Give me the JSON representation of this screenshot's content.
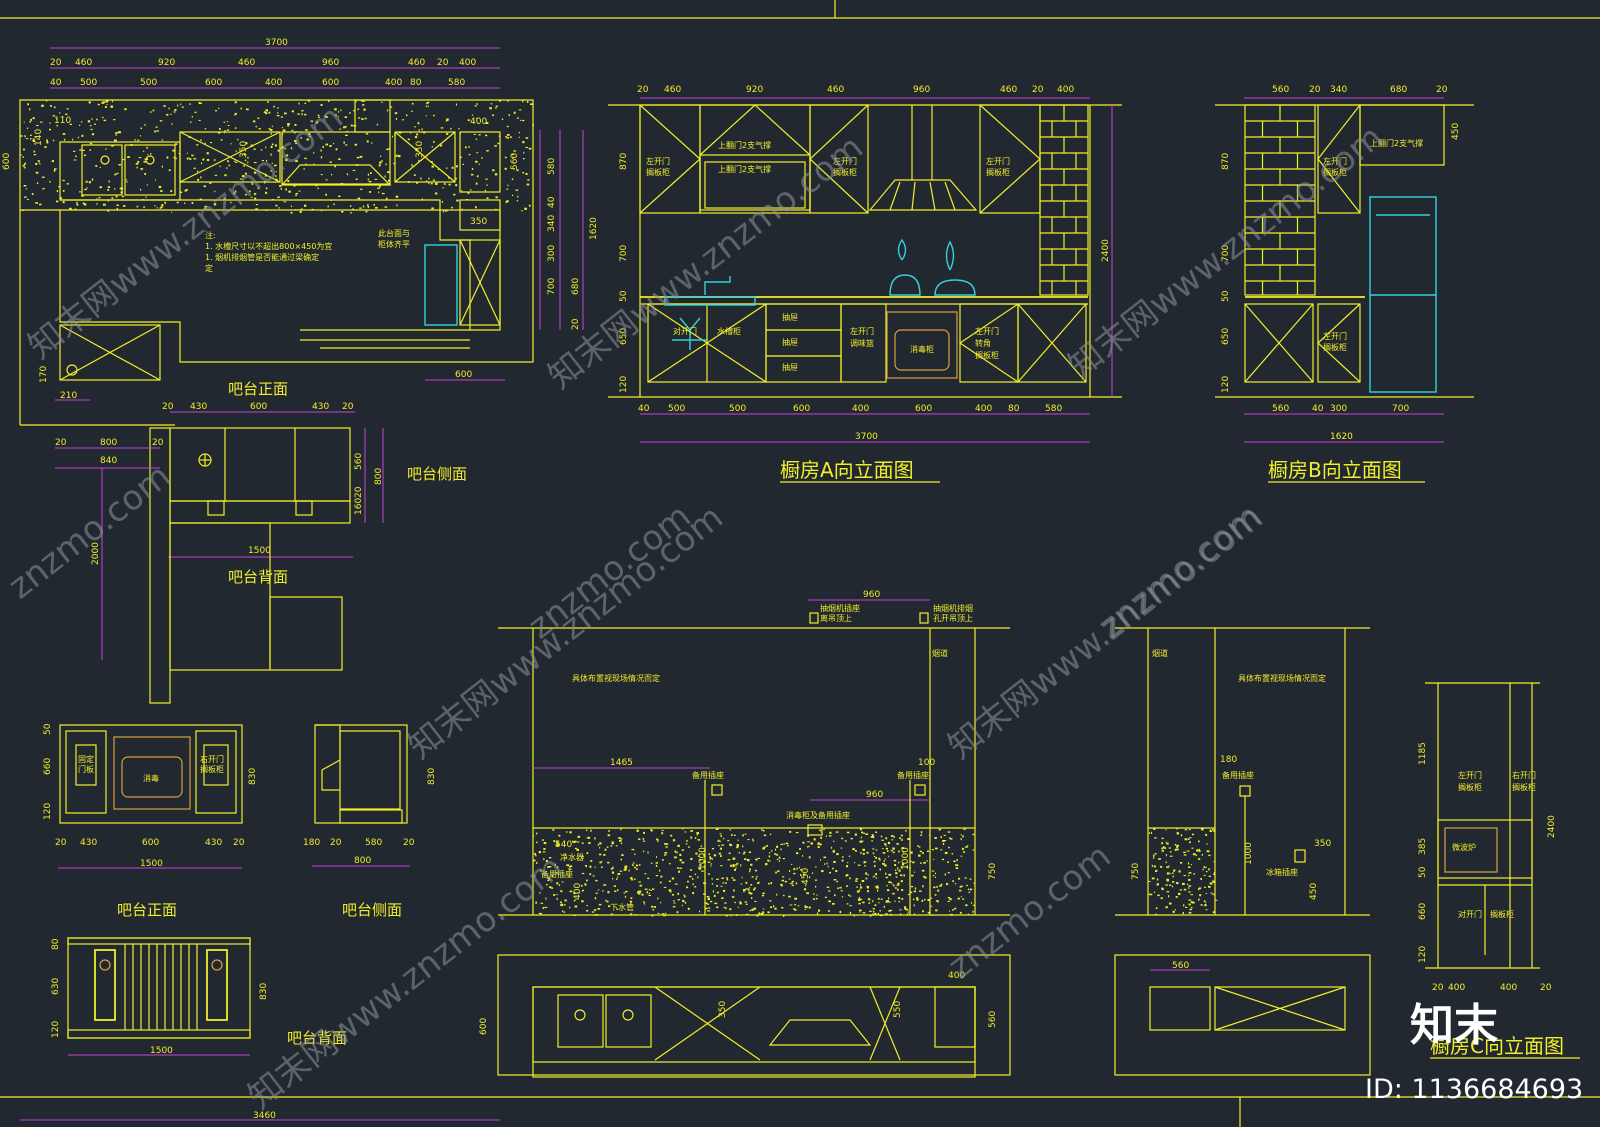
{
  "colors": {
    "background": "#212830",
    "line": "#f2ee2a",
    "dimension": "#c845d8",
    "appliance": "#35d0e0",
    "accent": "#d9a040"
  },
  "plan": {
    "dims_top": {
      "total": "3700",
      "row1": [
        "20",
        "460",
        "920",
        "460",
        "960",
        "460",
        "20",
        "400"
      ],
      "row2": [
        "40",
        "500",
        "500",
        "600",
        "400",
        "600",
        "400",
        "80",
        "580"
      ]
    },
    "dims_left": [
      "600",
      "140",
      "110"
    ],
    "dims_inner": [
      "400",
      "350",
      "350",
      "350"
    ],
    "dims_right": [
      "560",
      "580",
      "40",
      "340",
      "300",
      "1620",
      "700",
      "680",
      "20"
    ],
    "dims_bottom": [
      "600",
      "170",
      "210"
    ],
    "note_lines": [
      "注:",
      "1. 水槽尺寸以不超出800×450为宜",
      "1. 烟机排烟管是否能通过梁确定",
      "定"
    ],
    "note_side": [
      "此台面与",
      "柜体齐平"
    ]
  },
  "bar": {
    "front_label": "吧台正面",
    "side_label": "吧台侧面",
    "back_label": "吧台背面",
    "dims_top": [
      "20",
      "430",
      "600",
      "430",
      "20"
    ],
    "dims_left": [
      "20",
      "800",
      "20",
      "840",
      "2000"
    ],
    "dims_right": [
      "560",
      "800",
      "160",
      "20"
    ],
    "width": "1500"
  },
  "elevA": {
    "title": "橱房A向立面图",
    "dims_top": [
      "20",
      "460",
      "920",
      "460",
      "960",
      "460",
      "20",
      "400"
    ],
    "dims_bottom": [
      "40",
      "500",
      "500",
      "600",
      "400",
      "600",
      "400",
      "80",
      "580"
    ],
    "total": "3700",
    "dims_left": [
      "870",
      "700",
      "50",
      "650",
      "120"
    ],
    "height": "2400",
    "labels": [
      "上翻门2支气撑",
      "上翻门2支气撑",
      "左开门",
      "搁板柜",
      "左开门",
      "搁板柜",
      "左开门",
      "搁板柜",
      "对开门",
      "水槽柜",
      "抽屉",
      "抽屉",
      "抽屉",
      "左开门",
      "调味篮",
      "消毒柜",
      "左开门",
      "转角",
      "搁板柜"
    ]
  },
  "elevB": {
    "title": "橱房B向立面图",
    "dims_top": [
      "560",
      "20",
      "340",
      "680",
      "20"
    ],
    "dims_bottom": [
      "560",
      "40",
      "300",
      "700"
    ],
    "total": "1620",
    "dims_left": [
      "870",
      "700",
      "50",
      "650",
      "120"
    ],
    "dim_right": "450",
    "labels": [
      "上翻门2支气撑",
      "左开门",
      "搁板柜",
      "左开门",
      "搁板柜"
    ]
  },
  "barfront2": {
    "label": "吧台正面",
    "dims_bottom": [
      "20",
      "430",
      "600",
      "430",
      "20"
    ],
    "width": "1500",
    "dims_left": [
      "50",
      "660",
      "120"
    ],
    "height": "830",
    "labels": [
      "固定",
      "门板",
      "消毒",
      "右开门",
      "搁板柜"
    ]
  },
  "barside2": {
    "label": "吧台侧面",
    "dims_bottom": [
      "180",
      "20",
      "580",
      "20"
    ],
    "width": "800",
    "height": "830"
  },
  "barback2": {
    "label": "吧台背面",
    "dims_left": [
      "80",
      "630",
      "120"
    ],
    "height": "830",
    "width": "1500"
  },
  "wallA": {
    "dim_top": "960",
    "labels": [
      "抽烟机插座",
      "离吊顶上",
      "抽烟机排烟",
      "孔开吊顶上",
      "具体布置视现场情况而定",
      "烟道",
      "备用插座",
      "备用插座",
      "消毒柜及备用插座",
      "净水器",
      "备用插座",
      "下水管"
    ],
    "dims": [
      "1465",
      "100",
      "960",
      "540",
      "1000",
      "1000",
      "450",
      "750",
      "400"
    ]
  },
  "wallB": {
    "labels": [
      "烟道",
      "具体布置视现场情况而定",
      "备用插座",
      "冰箱插座"
    ],
    "dims": [
      "180",
      "350",
      "1000",
      "450",
      "750"
    ]
  },
  "planBottom": {
    "dims": [
      "600",
      "350",
      "550",
      "400",
      "560"
    ],
    "total": "3460"
  },
  "elevC": {
    "title": "橱房C向立面图",
    "dims_left": [
      "1185",
      "385",
      "50",
      "660",
      "120"
    ],
    "height": "2400",
    "dims_bottom": [
      "20",
      "400",
      "400",
      "20"
    ],
    "labels": [
      "左开门",
      "搁板柜",
      "右开门",
      "搁板柜",
      "微波炉",
      "对开门",
      "搁板柜"
    ]
  },
  "watermark": {
    "site": "znzmo.com",
    "site_cn": "知末网www.znzmo.com",
    "logo": "知末",
    "id": "ID: 1136684693"
  }
}
